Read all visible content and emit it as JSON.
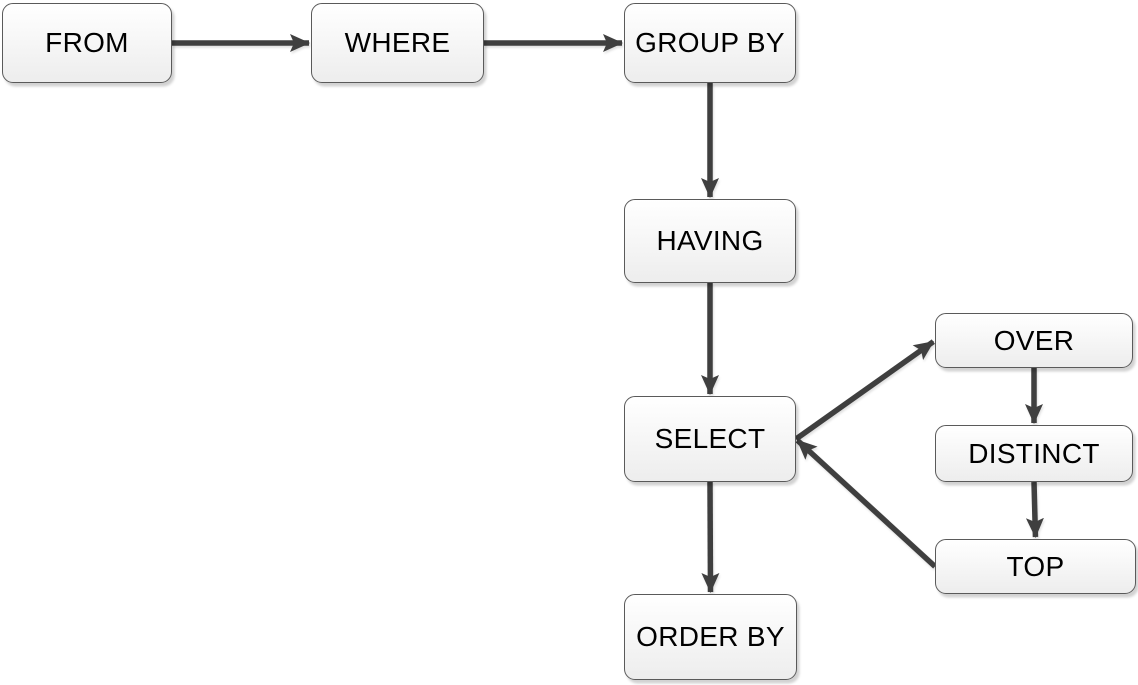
{
  "diagram": {
    "type": "flowchart",
    "nodes": [
      {
        "id": "from",
        "label": "FROM"
      },
      {
        "id": "where",
        "label": "WHERE"
      },
      {
        "id": "groupby",
        "label": "GROUP BY"
      },
      {
        "id": "having",
        "label": "HAVING"
      },
      {
        "id": "select",
        "label": "SELECT"
      },
      {
        "id": "orderby",
        "label": "ORDER BY"
      },
      {
        "id": "over",
        "label": "OVER"
      },
      {
        "id": "distinct",
        "label": "DISTINCT"
      },
      {
        "id": "top",
        "label": "TOP"
      }
    ],
    "edges": [
      {
        "from": "from",
        "to": "where"
      },
      {
        "from": "where",
        "to": "groupby"
      },
      {
        "from": "groupby",
        "to": "having"
      },
      {
        "from": "having",
        "to": "select"
      },
      {
        "from": "select",
        "to": "orderby"
      },
      {
        "from": "select",
        "to": "over"
      },
      {
        "from": "over",
        "to": "distinct"
      },
      {
        "from": "distinct",
        "to": "top"
      },
      {
        "from": "top",
        "to": "select"
      }
    ],
    "colors": {
      "background": "#ffffff",
      "arrow": "#3f3f3f",
      "node_border": "#5a5a5a",
      "node_fill_top": "#ffffff",
      "node_fill_bottom": "#ededed",
      "text": "#000000"
    }
  }
}
